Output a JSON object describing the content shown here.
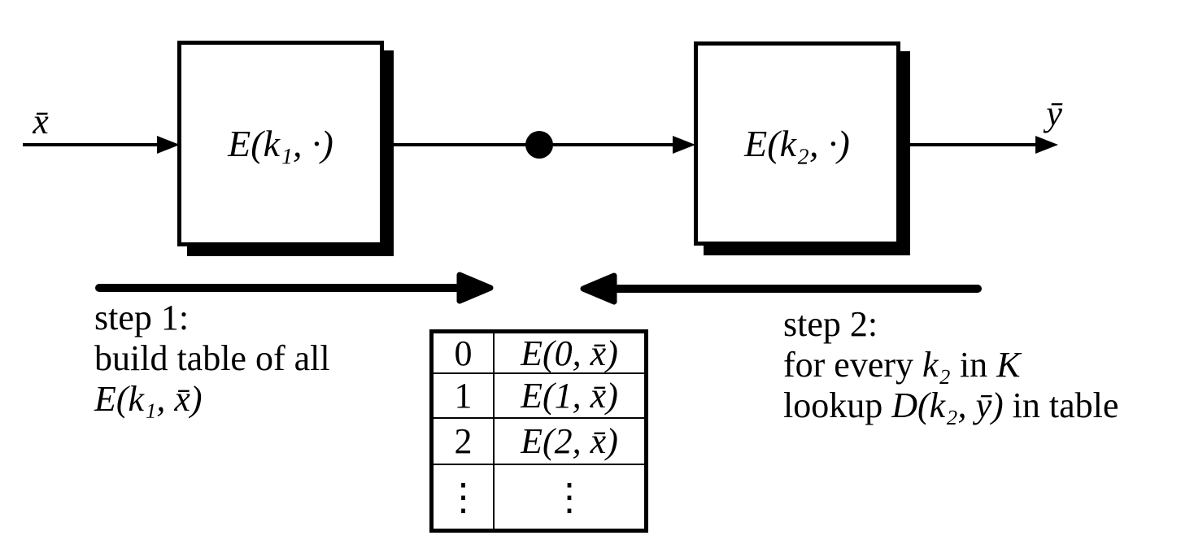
{
  "diagram": {
    "input_label": "x̄",
    "output_label": "ȳ",
    "box1_label": "E(k₁, ·)",
    "box2_label": "E(k₂, ·)"
  },
  "step1": {
    "line1": "step 1:",
    "line2": "build table of all",
    "line3_math": "E(k₁, x̄)"
  },
  "step2": {
    "line1": "step 2:",
    "line2_pre": "for every ",
    "line2_math": "k₂",
    "line2_mid": " in ",
    "line2_keyspace": "K",
    "line3_pre": "lookup ",
    "line3_math": "D(k₂, ȳ)",
    "line3_post": " in table"
  },
  "table": {
    "rows": [
      {
        "key": "0",
        "value": "E(0, x̄)"
      },
      {
        "key": "1",
        "value": "E(1, x̄)"
      },
      {
        "key": "2",
        "value": "E(2, x̄)"
      },
      {
        "key": "⋮",
        "value": "⋮"
      }
    ]
  },
  "colors": {
    "ink": "#000000",
    "background": "#ffffff"
  }
}
